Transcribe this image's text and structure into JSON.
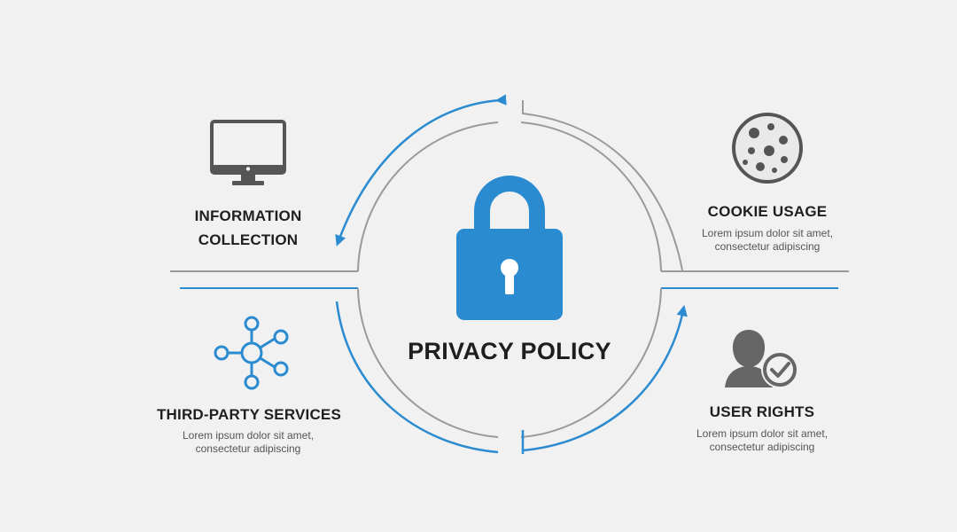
{
  "center": {
    "title": "PRIVACY POLICY",
    "icon": "padlock-icon"
  },
  "sections": {
    "info": {
      "title_line1": "INFORMATION",
      "title_line2": "COLLECTION",
      "icon": "computer-monitor-icon"
    },
    "cookie": {
      "title": "COOKIE USAGE",
      "desc_line1": "Lorem ipsum dolor sit amet,",
      "desc_line2": "consectetur adipiscing",
      "icon": "cookie-icon"
    },
    "third": {
      "title": "THIRD-PARTY SERVICES",
      "desc_line1": "Lorem ipsum dolor sit amet,",
      "desc_line2": "consectetur adipiscing",
      "icon": "network-hub-icon"
    },
    "rights": {
      "title": "USER RIGHTS",
      "desc_line1": "Lorem ipsum dolor sit amet,",
      "desc_line2": "consectetur adipiscing",
      "icon": "user-check-icon"
    }
  },
  "colors": {
    "accent_blue": "#2b8bd0",
    "dark_gray": "#555555",
    "line_gray": "#9a9a9a",
    "background": "#f1f1f1"
  }
}
